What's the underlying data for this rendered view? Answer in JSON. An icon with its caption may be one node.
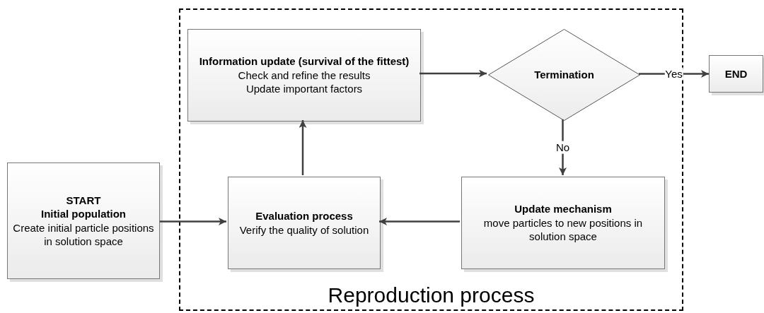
{
  "diagram": {
    "nodes": [
      {
        "text": [
          "Reproduction process"
        ]
      },
      {
        "text": [
          "START",
          "Initial population",
          "Create initial particle positions in solution space"
        ]
      },
      {
        "text": [
          "Information update (survival of the fittest)",
          "Check and refine the results",
          "Update important factors"
        ],
        "in": 0
      },
      {
        "text": [
          "Termination"
        ],
        "in": 0
      },
      {
        "text": [
          "END"
        ]
      },
      {
        "text": [
          "Evaluation process",
          "Verify the quality of solution"
        ],
        "in": 0
      },
      {
        "text": [
          "Update mechanism",
          "move particles to new positions in solution space"
        ],
        "in": 0
      }
    ],
    "edges": [
      {
        "from": 1,
        "to": 5,
        "arrow": "to"
      },
      {
        "from": 5,
        "to": 2,
        "arrow": "to"
      },
      {
        "from": 2,
        "to": 3,
        "arrow": "to"
      },
      {
        "from": 3,
        "to": 4,
        "arrow": "to",
        "label": "Yes"
      },
      {
        "from": 3,
        "to": 6,
        "arrow": "to",
        "label": "No"
      },
      {
        "from": 6,
        "to": 5,
        "arrow": "to"
      }
    ]
  }
}
